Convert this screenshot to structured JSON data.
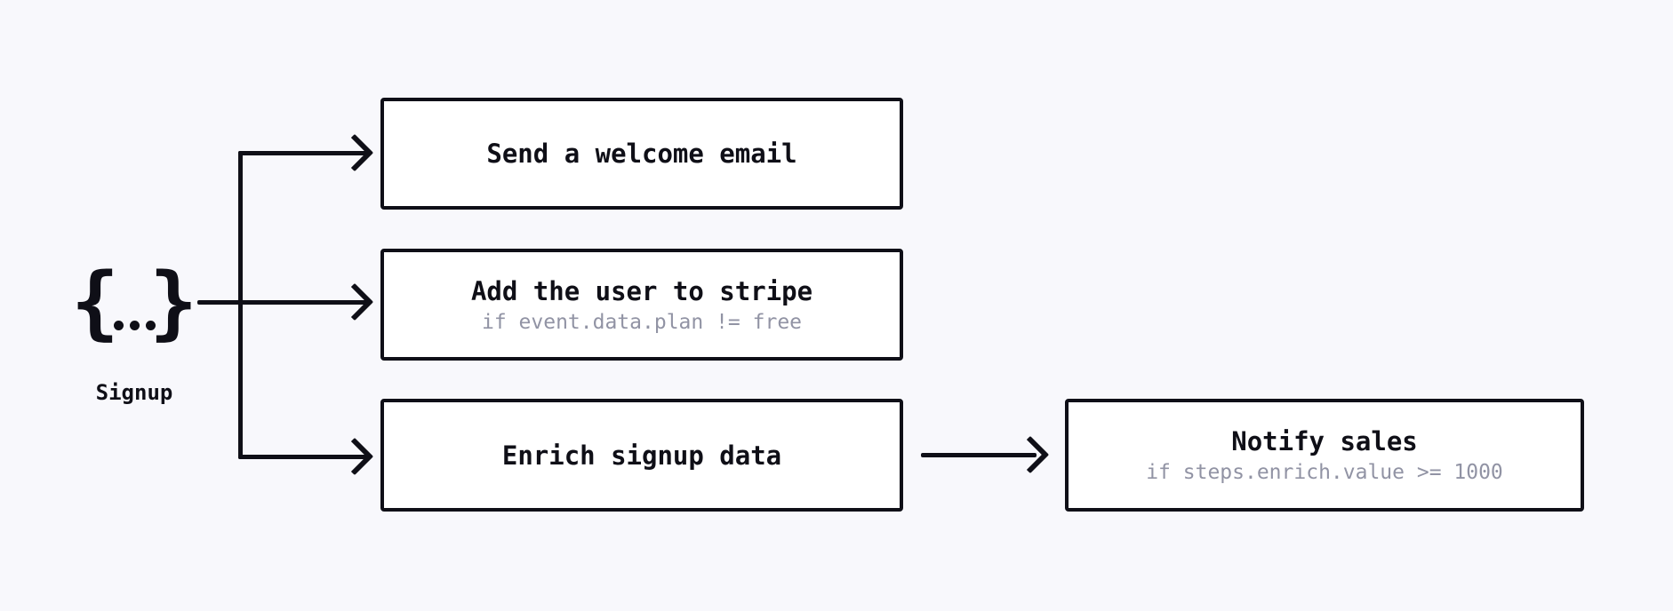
{
  "diagram": {
    "event": {
      "label": "Signup",
      "glyph_open": "{",
      "glyph_close": "}",
      "glyph_dots": "..."
    },
    "nodes": [
      {
        "id": "send-welcome-email",
        "title": "Send a welcome email",
        "condition": ""
      },
      {
        "id": "add-user-to-stripe",
        "title": "Add the user to stripe",
        "condition": "if event.data.plan != free"
      },
      {
        "id": "enrich-signup-data",
        "title": "Enrich signup data",
        "condition": ""
      },
      {
        "id": "notify-sales",
        "title": "Notify sales",
        "condition": "if steps.enrich.value >= 1000"
      }
    ],
    "edges": [
      {
        "from": "signup-event",
        "to": "send-welcome-email"
      },
      {
        "from": "signup-event",
        "to": "add-user-to-stripe"
      },
      {
        "from": "signup-event",
        "to": "enrich-signup-data"
      },
      {
        "from": "enrich-signup-data",
        "to": "notify-sales"
      }
    ],
    "colors": {
      "background": "#f8f8fc",
      "ink": "#0f0f17",
      "muted": "#9193a4",
      "node_background": "#ffffff"
    }
  }
}
